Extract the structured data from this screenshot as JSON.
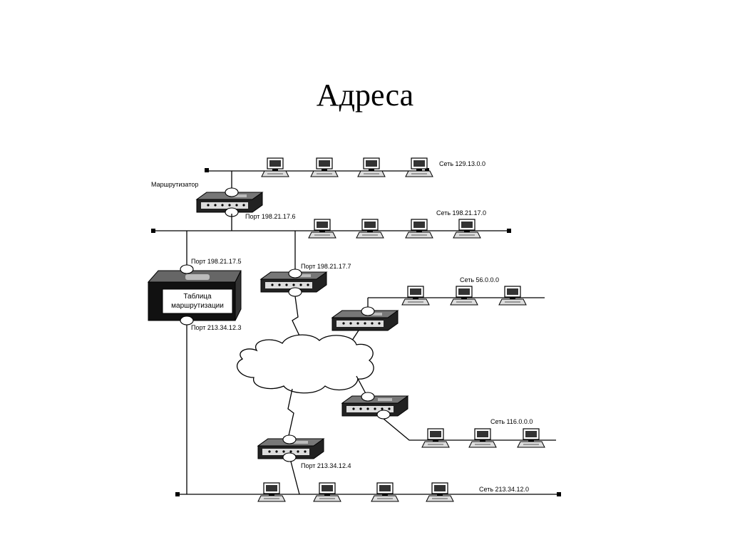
{
  "title": "Адреса",
  "networks": {
    "net1": "Сеть 129.13.0.0",
    "net2": "Сеть 198.21.17.0",
    "net3": "Сеть 56.0.0.0",
    "net4": "Сеть 116.0.0.0",
    "net5": "Сеть 213.34.12.0"
  },
  "labels": {
    "router": "Маршрутизатор",
    "port1": "Порт 198.21.17.6",
    "port2": "Порт 198.21.17.5",
    "port3": "Порт 198.21.17.7",
    "port4": "Порт 213.34.12.3",
    "port5": "Порт 213.34.12.4",
    "table_line1": "Таблица",
    "table_line2": "маршрутизации"
  }
}
